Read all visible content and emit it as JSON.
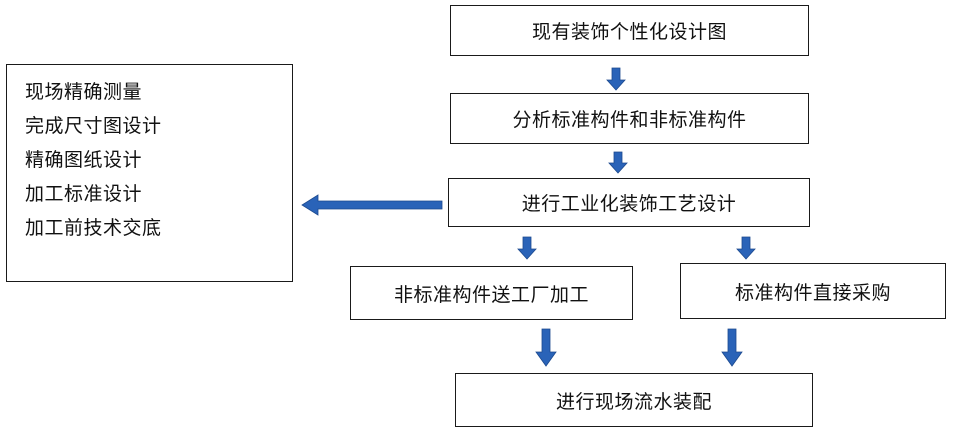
{
  "nodes": {
    "top": "现有装饰个性化设计图",
    "analyze": "分析标准构件和非标准构件",
    "process": "进行工业化装饰工艺设计",
    "nonstandard": "非标准构件送工厂加工",
    "standard": "标准构件直接采购",
    "final": "进行现场流水装配"
  },
  "side_panel": {
    "lines": [
      "现场精确测量",
      "完成尺寸图设计",
      "精确图纸设计",
      "加工标准设计",
      "加工前技术交底"
    ]
  },
  "colors": {
    "arrow": "#2a63b8",
    "border": "#1a1a1a",
    "text": "#111111"
  }
}
